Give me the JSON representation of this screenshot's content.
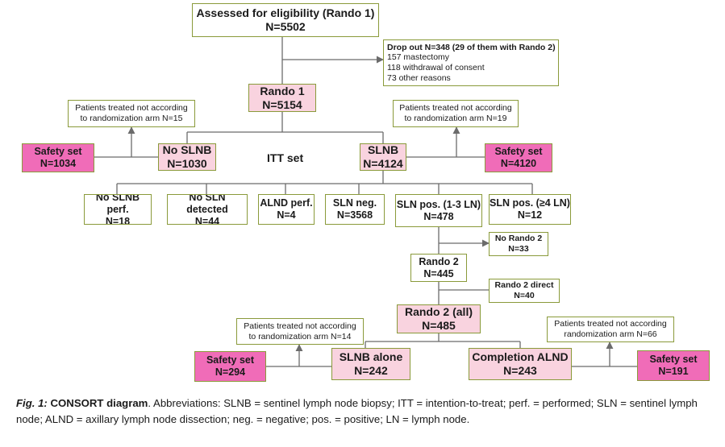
{
  "diagram": {
    "assessed": {
      "title": "Assessed for eligibility (Rando 1)",
      "n": "N=5502"
    },
    "dropout": {
      "title": "Drop out N=348 (29 of them with Rando 2)",
      "l1": "157 mastectomy",
      "l2": "118 withdrawal of consent",
      "l3": "73 other reasons"
    },
    "rando1": {
      "title": "Rando 1",
      "n": "N=5154"
    },
    "ptnot_left": {
      "l1": "Patients treated not according",
      "l2": "to randomization arm N=15"
    },
    "ptnot_right": {
      "l1": "Patients treated not according",
      "l2": "to randomization arm N=19"
    },
    "safety_left": {
      "title": "Safety set",
      "n": "N=1034"
    },
    "no_slnb": {
      "title": "No SLNB",
      "n": "N=1030"
    },
    "itt_label": "ITT set",
    "slnb": {
      "title": "SLNB",
      "n": "N=4124"
    },
    "safety_right": {
      "title": "Safety set",
      "n": "N=4120"
    },
    "no_slnb_perf": {
      "title": "No SLNB perf.",
      "n": "N=18"
    },
    "no_sln_detected": {
      "title": "No SLN detected",
      "n": "N=44"
    },
    "alnd_perf": {
      "title": "ALND perf.",
      "n": "N=4"
    },
    "sln_neg": {
      "title": "SLN neg.",
      "n": "N=3568"
    },
    "sln_pos13": {
      "title": "SLN pos. (1-3 LN)",
      "n": "N=478"
    },
    "sln_pos4": {
      "title": "SLN pos. (≥4 LN)",
      "n": "N=12"
    },
    "no_rando2": {
      "title": "No Rando 2",
      "n": "N=33"
    },
    "rando2": {
      "title": "Rando 2",
      "n": "N=445"
    },
    "rando2_direct": {
      "title": "Rando 2 direct",
      "n": "N=40"
    },
    "rando2_all": {
      "title": "Rando 2 (all)",
      "n": "N=485"
    },
    "ptnot_bl": {
      "l1": "Patients treated not according",
      "l2": "to randomization arm N=14"
    },
    "ptnot_br": {
      "l1": "Patients treated not according",
      "l2": "randomization arm N=66"
    },
    "safety_bl": {
      "title": "Safety set",
      "n": "N=294"
    },
    "slnb_alone": {
      "title": "SLNB alone",
      "n": "N=242"
    },
    "completion_alnd": {
      "title": "Completion ALND",
      "n": "N=243"
    },
    "safety_br": {
      "title": "Safety set",
      "n": "N=191"
    }
  },
  "caption": {
    "label": "Fig. 1:",
    "title": " CONSORT diagram",
    "text": ". Abbreviations: SLNB = sentinel lymph node biopsy; ITT = intention-to-treat; perf. = performed; SLN = sentinel lymph node; ALND = axillary lymph node dissection; neg. = negative; pos. = positive; LN = lymph node."
  },
  "colors": {
    "border": "#8a9a3a",
    "pink": "#f9d3df",
    "magenta": "#f06cb8",
    "line": "#6b6b6b"
  }
}
